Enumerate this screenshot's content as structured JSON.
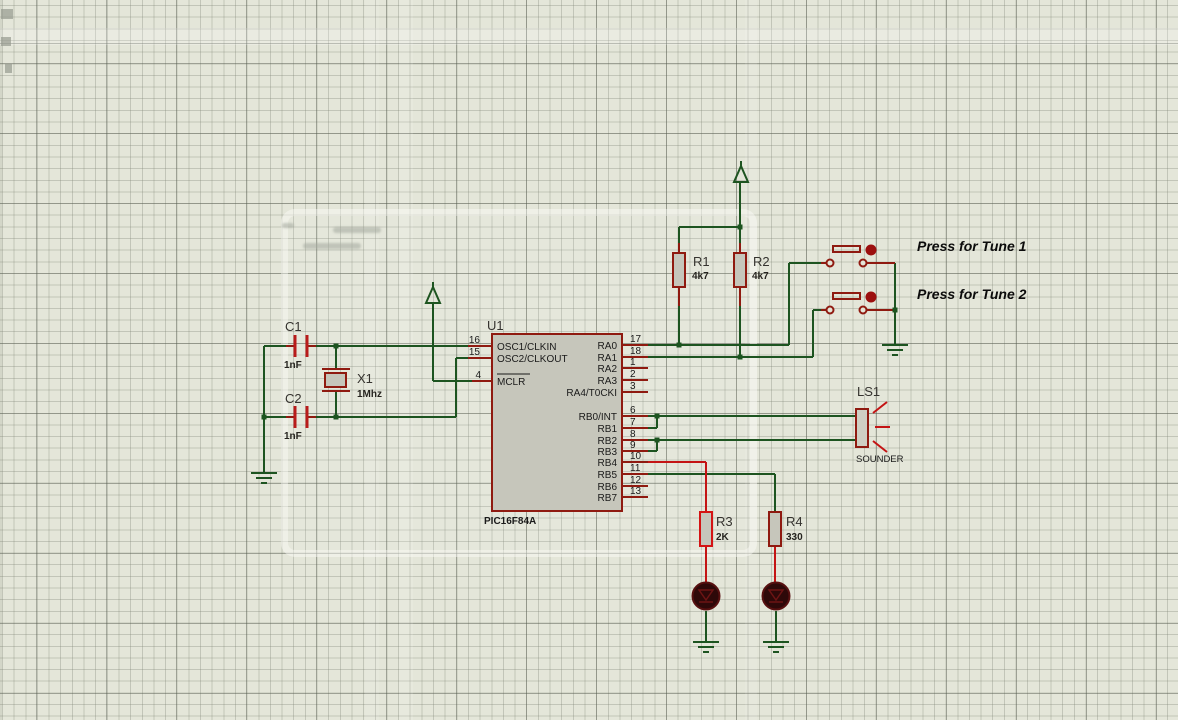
{
  "ic": {
    "ref": "U1",
    "part": "PIC16F84A",
    "left_pins": [
      {
        "num": "16",
        "name": "OSC1/CLKIN"
      },
      {
        "num": "15",
        "name": "OSC2/CLKOUT"
      },
      {
        "num": "4",
        "name": "MCLR"
      }
    ],
    "right_pins": [
      {
        "num": "17",
        "name": "RA0"
      },
      {
        "num": "18",
        "name": "RA1"
      },
      {
        "num": "1",
        "name": "RA2"
      },
      {
        "num": "2",
        "name": "RA3"
      },
      {
        "num": "3",
        "name": "RA4/T0CKI"
      },
      {
        "num": "6",
        "name": "RB0/INT"
      },
      {
        "num": "7",
        "name": "RB1"
      },
      {
        "num": "8",
        "name": "RB2"
      },
      {
        "num": "9",
        "name": "RB3"
      },
      {
        "num": "10",
        "name": "RB4"
      },
      {
        "num": "11",
        "name": "RB5"
      },
      {
        "num": "12",
        "name": "RB6"
      },
      {
        "num": "13",
        "name": "RB7"
      }
    ]
  },
  "capacitors": [
    {
      "ref": "C1",
      "value": "1nF"
    },
    {
      "ref": "C2",
      "value": "1nF"
    }
  ],
  "crystal": {
    "ref": "X1",
    "value": "1Mhz"
  },
  "resistors": [
    {
      "ref": "R1",
      "value": "4k7"
    },
    {
      "ref": "R2",
      "value": "4k7"
    },
    {
      "ref": "R3",
      "value": "2K"
    },
    {
      "ref": "R4",
      "value": "330"
    }
  ],
  "speaker": {
    "ref": "LS1",
    "label": "SOUNDER"
  },
  "annotations": [
    {
      "text": "Press for Tune 1"
    },
    {
      "text": "Press for Tune 2"
    }
  ],
  "colors": {
    "background": "#e4e6d9",
    "wire": "#1d5420",
    "active_wire": "#c41414",
    "component_outline": "#8f1a10",
    "component_fill": "#c6c6bb",
    "highlight_value": "#cc2222"
  }
}
